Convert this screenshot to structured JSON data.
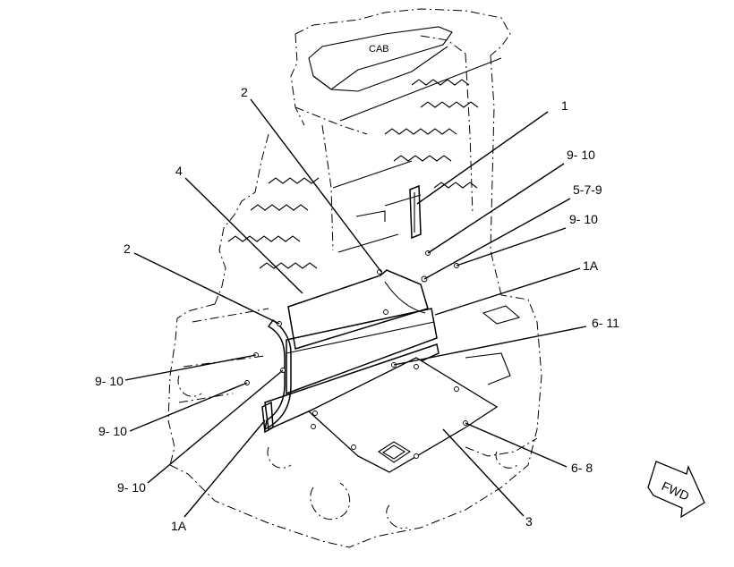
{
  "cab_label": "CAB",
  "fwd_label": "FWD",
  "callouts": {
    "c_1": "1",
    "c_2_top": "2",
    "c_2_left": "2",
    "c_4": "4",
    "c_9_10_a": "9- 10",
    "c_5_7_9": "5-7-9",
    "c_9_10_b": "9- 10",
    "c_1a_right": "1A",
    "c_6_11": "6- 11",
    "c_9_10_c": "9- 10",
    "c_9_10_d": "9- 10",
    "c_9_10_e": "9- 10",
    "c_1a_bottom": "1A",
    "c_6_8": "6- 8",
    "c_3": "3"
  }
}
